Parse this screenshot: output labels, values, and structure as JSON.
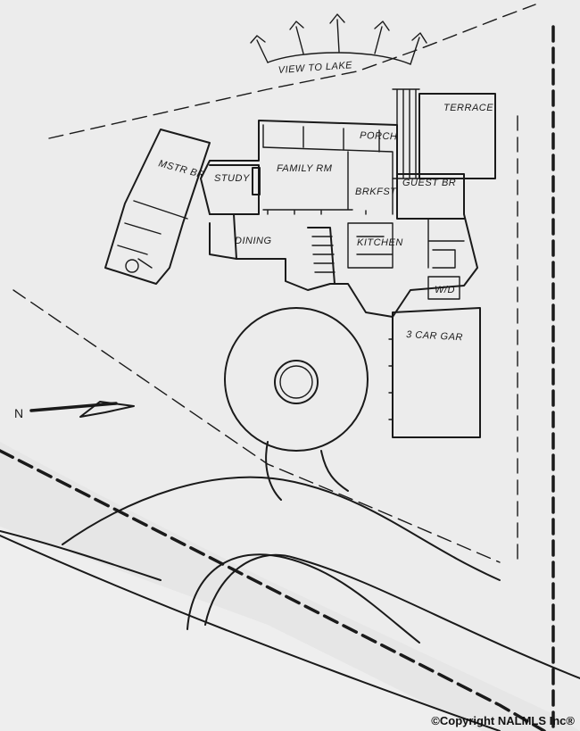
{
  "labels": {
    "view": "VIEW TO LAKE",
    "terrace": "TERRACE",
    "porch": "PORCH",
    "master": "MSTR BR",
    "study": "STUDY",
    "family": "FAMILY RM",
    "brkfst": "BRKFST",
    "guest": "GUEST BR",
    "dining": "DINING",
    "kitchen": "KITCHEN",
    "wd": "W/D",
    "garage": "3 CAR GAR",
    "north": "N"
  },
  "copyright": "©Copyright NALMLS Inc®",
  "colors": {
    "paper": "#ececec",
    "road": "#d8d8d8",
    "ink": "#1a1a1a",
    "white": "#f7f7f7"
  }
}
